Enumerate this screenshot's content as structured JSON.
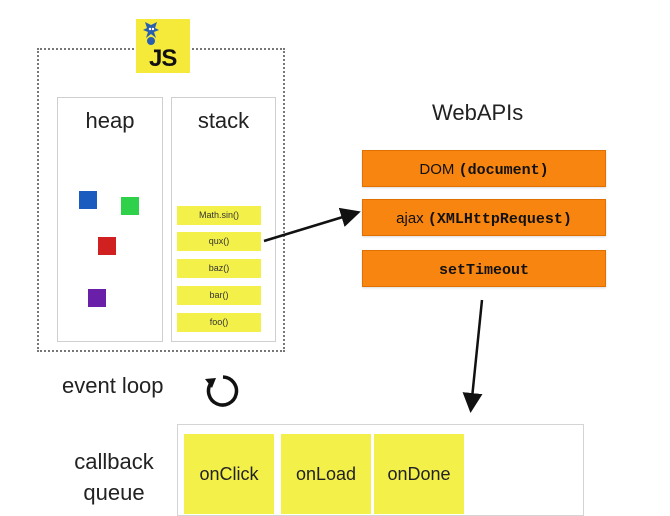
{
  "js_logo": {
    "text": "JS"
  },
  "heap": {
    "title": "heap",
    "objects": [
      {
        "color": "#1a5bbf"
      },
      {
        "color": "#2fd14a"
      },
      {
        "color": "#d0201f"
      },
      {
        "color": "#6a1fa8"
      }
    ]
  },
  "stack": {
    "title": "stack",
    "frames": [
      "Math.sin()",
      "qux()",
      "baz()",
      "bar()",
      "foo()"
    ]
  },
  "webapis": {
    "title": "WebAPIs",
    "items": [
      {
        "prefix": "DOM ",
        "code": "(document)",
        "suffix": ""
      },
      {
        "prefix": "ajax ",
        "code": "(XMLHttpRequest)",
        "suffix": ""
      },
      {
        "prefix": "",
        "code": "setTimeout",
        "suffix": ""
      }
    ]
  },
  "event_loop": {
    "label": "event loop"
  },
  "callback_queue": {
    "label_line1": "callback",
    "label_line2": "queue",
    "items": [
      "onClick",
      "onLoad",
      "onDone"
    ]
  },
  "colors": {
    "api_orange": "#f7850f",
    "frame_yellow": "#f3f04a",
    "js_yellow": "#f5e93a"
  }
}
